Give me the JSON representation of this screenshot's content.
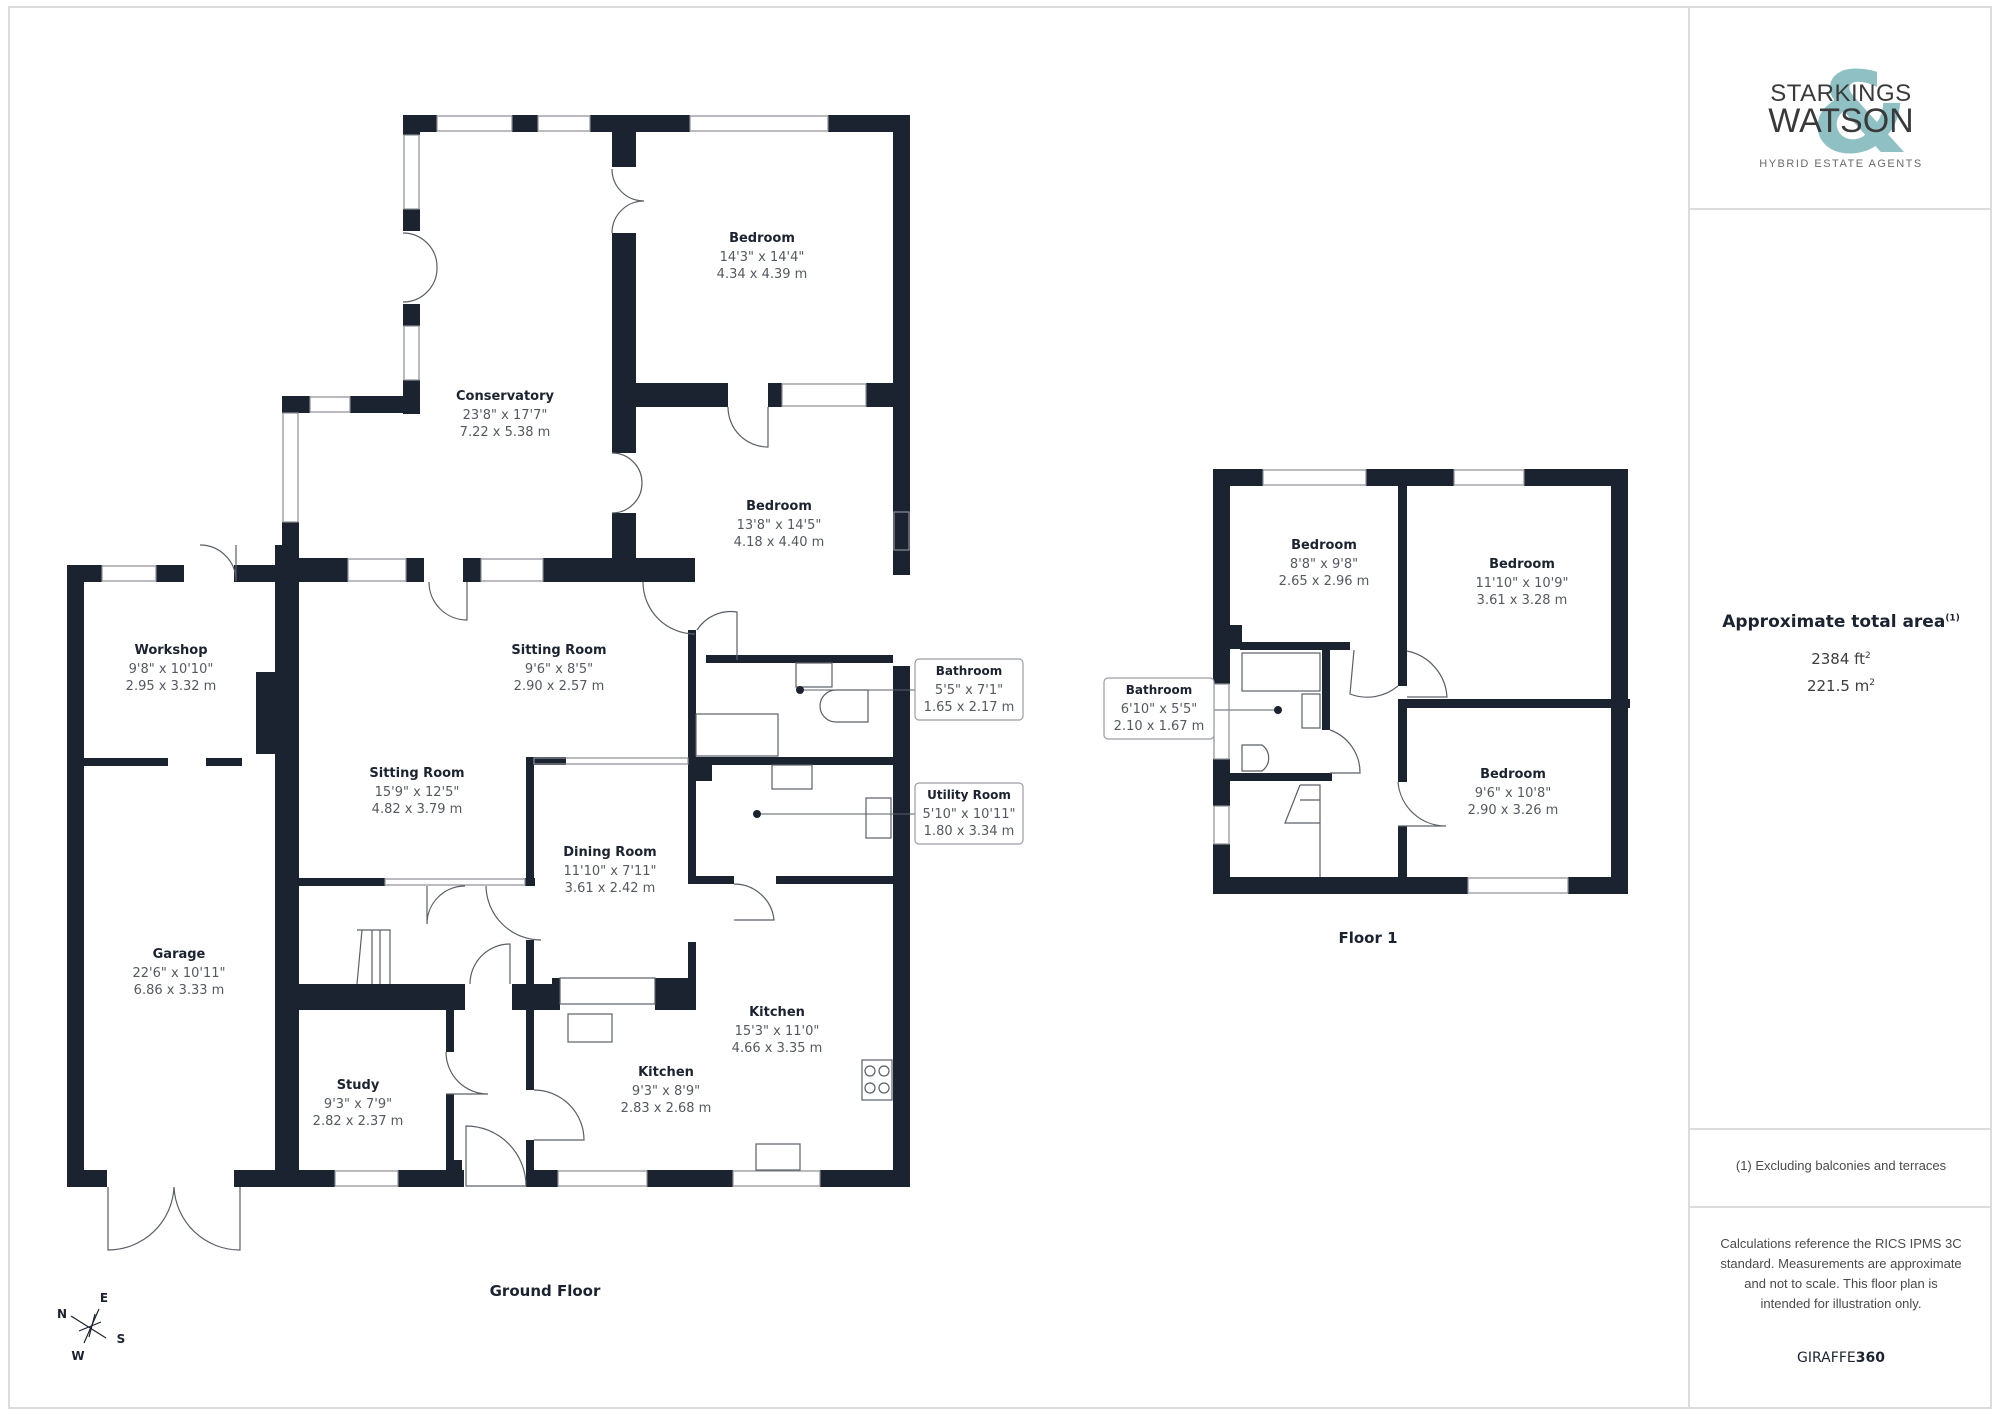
{
  "branding": {
    "company_line1": "STARKINGS",
    "company_line2": "WATSON",
    "ampersand": "&",
    "tagline": "HYBRID ESTATE AGENTS",
    "accent_color": "#8fc1c4",
    "wall_color": "#1c2330"
  },
  "summary": {
    "title": "Approximate total area",
    "title_note": "(1)",
    "area_sqft": "2384 ft",
    "area_sqm": "221.5 m",
    "unit_exponent": "2",
    "footnote": "(1) Excluding balconies and terraces",
    "disclaimer": "Calculations reference the RICS IPMS 3C standard. Measurements are approximate and not to scale. This floor plan is intended for illustration only.",
    "provider_light": "GIRAFFE",
    "provider_bold": "360"
  },
  "compass": {
    "n": "N",
    "e": "E",
    "s": "S",
    "w": "W"
  },
  "ground_floor": {
    "label": "Ground Floor",
    "rooms": [
      {
        "name": "Bedroom",
        "imperial": "14'3\" x 14'4\"",
        "metric": "4.34 x 4.39 m"
      },
      {
        "name": "Conservatory",
        "imperial": "23'8\" x 17'7\"",
        "metric": "7.22 x 5.38 m"
      },
      {
        "name": "Bedroom",
        "imperial": "13'8\" x 14'5\"",
        "metric": "4.18 x 4.40 m"
      },
      {
        "name": "Workshop",
        "imperial": "9'8\" x 10'10\"",
        "metric": "2.95 x 3.32 m"
      },
      {
        "name": "Sitting Room",
        "imperial": "9'6\" x 8'5\"",
        "metric": "2.90 x 2.57 m"
      },
      {
        "name": "Bathroom",
        "imperial": "5'5\" x 7'1\"",
        "metric": "1.65 x 2.17 m"
      },
      {
        "name": "Sitting Room",
        "imperial": "15'9\" x 12'5\"",
        "metric": "4.82 x 3.79 m"
      },
      {
        "name": "Utility Room",
        "imperial": "5'10\" x 10'11\"",
        "metric": "1.80 x 3.34 m"
      },
      {
        "name": "Dining Room",
        "imperial": "11'10\" x 7'11\"",
        "metric": "3.61 x 2.42 m"
      },
      {
        "name": "Garage",
        "imperial": "22'6\" x 10'11\"",
        "metric": "6.86 x 3.33 m"
      },
      {
        "name": "Kitchen",
        "imperial": "15'3\" x 11'0\"",
        "metric": "4.66 x 3.35 m"
      },
      {
        "name": "Study",
        "imperial": "9'3\" x 7'9\"",
        "metric": "2.82 x 2.37 m"
      },
      {
        "name": "Kitchen",
        "imperial": "9'3\" x 8'9\"",
        "metric": "2.83 x 2.68 m"
      }
    ]
  },
  "floor_1": {
    "label": "Floor 1",
    "rooms": [
      {
        "name": "Bedroom",
        "imperial": "8'8\" x 9'8\"",
        "metric": "2.65 x 2.96 m"
      },
      {
        "name": "Bedroom",
        "imperial": "11'10\" x 10'9\"",
        "metric": "3.61 x 3.28 m"
      },
      {
        "name": "Bathroom",
        "imperial": "6'10\" x 5'5\"",
        "metric": "2.10 x 1.67 m"
      },
      {
        "name": "Bedroom",
        "imperial": "9'6\" x 10'8\"",
        "metric": "2.90 x 3.26 m"
      }
    ]
  }
}
